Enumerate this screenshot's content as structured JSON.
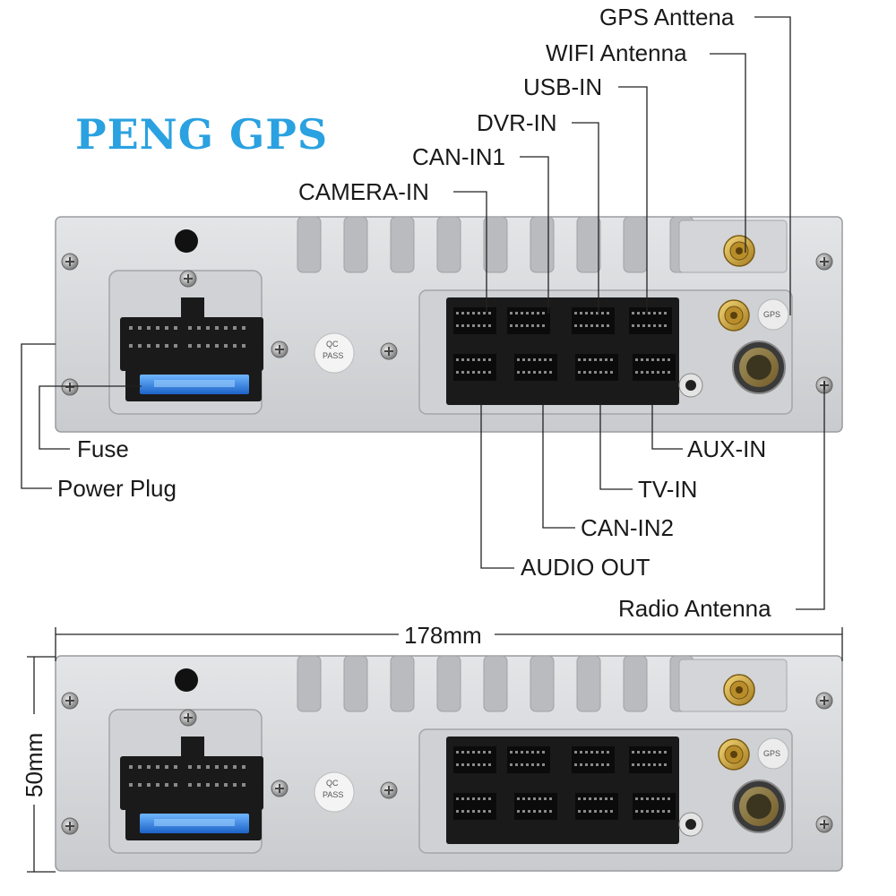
{
  "brand": "PENG GPS",
  "labels_top": {
    "gps_antenna": "GPS Anttena",
    "wifi_antenna": "WIFI Antenna",
    "usb_in": "USB-IN",
    "dvr_in": "DVR-IN",
    "can_in1": "CAN-IN1",
    "camera_in": "CAMERA-IN"
  },
  "labels_left": {
    "fuse": "Fuse",
    "power_plug": "Power Plug"
  },
  "labels_bottom": {
    "aux_in": "AUX-IN",
    "tv_in": "TV-IN",
    "can_in2": "CAN-IN2",
    "audio_out": "AUDIO OUT",
    "radio_antenna": "Radio Antenna"
  },
  "dimensions": {
    "width": "178mm",
    "height": "50mm"
  },
  "qc_stamp": {
    "line1": "QC",
    "line2": "PASS"
  },
  "gps_tag": "GPS",
  "colors": {
    "brand": "#2aa1e0",
    "panel": "#d7d9db",
    "fuse": "#2f7fe0",
    "connector": "#1a1a1a",
    "antenna_gold": "#c9a23a"
  }
}
